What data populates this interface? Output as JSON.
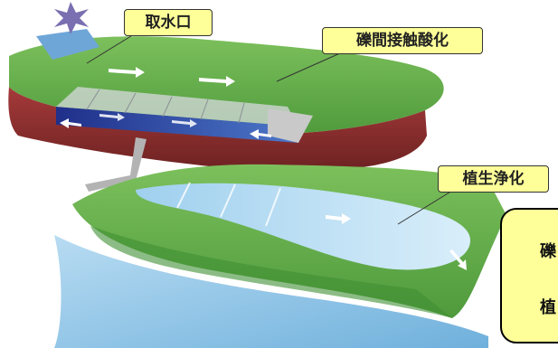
{
  "labels": {
    "intake": "取水口",
    "gravel_contact_oxidation": "礫間接触酸化",
    "plant_purification": "植生浄化"
  },
  "side_panel": {
    "line1": "礫",
    "line2": "植"
  },
  "colors": {
    "callout_fill": "#ffff99",
    "water": "#8fc4e6",
    "grass": "#5fa84a",
    "soil": "#8b2f2f"
  }
}
